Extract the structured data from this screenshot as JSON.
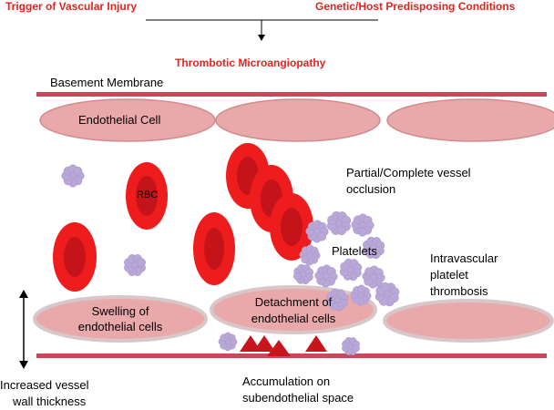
{
  "header": {
    "trigger": "Trigger of Vascular Injury",
    "genetic": "Genetic/Host Predisposing Conditions",
    "tma": "Thrombotic Microangiopathy"
  },
  "labels": {
    "basement_membrane": "Basement Membrane",
    "endothelial_cell": "Endothelial Cell",
    "rbc": "RBC",
    "occlusion_line1": "Partial/Complete vessel",
    "occlusion_line2": "occlusion",
    "platelets": "Platelets",
    "intravascular_line1": "Intravascular",
    "intravascular_line2": "platelet",
    "intravascular_line3": "thrombosis",
    "swelling_line1": "Swelling of",
    "swelling_line2": "endothelial cells",
    "detachment_line1": "Detachment of",
    "detachment_line2": "endothelial cells",
    "accumulation_line1": "Accumulation on",
    "accumulation_line2": "subendothelial space",
    "thickness_line1": "Increased vessel",
    "thickness_line2": "wall thickness"
  },
  "colors": {
    "header_red": "#e8211f",
    "membrane": "#c8495a",
    "cell_fill": "#e9a9aa",
    "cell_stroke": "#cf8c8f",
    "rbc_outer": "#ee1c1c",
    "rbc_inner": "#c4141a",
    "platelet": "#b9a7d8",
    "triangle": "#c8141c"
  }
}
